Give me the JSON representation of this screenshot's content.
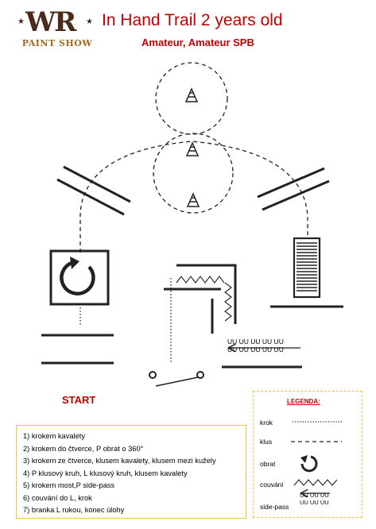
{
  "header": {
    "logo_text": "WR",
    "logo_subtitle": "PAINT SHOW",
    "title": "In Hand Trail 2 years old",
    "subtitle": "Amateur, Amateur SPB"
  },
  "start_label": "START",
  "diagram": {
    "backing_letters": "UU UU UU UU UU"
  },
  "steps": [
    "1) krokem kavalety",
    "2) krokem do čtverce, P obrat o 360°",
    "3) krokem ze čtverce, klusem kavalety,  klusem mezi kužely",
    "4) P klusový kruh, L klusový kruh, klusem kavalety",
    "5) krokem most,P side-pass",
    "6) couvání do L, krok",
    "7) branka L rukou, konec úlohy"
  ],
  "legend": {
    "title": "LEGENDA:",
    "items": [
      {
        "key": "krok",
        "symbol": "dotted-line"
      },
      {
        "key": "klus",
        "symbol": "dashed-line"
      },
      {
        "key": "obrat",
        "symbol": "turn-arrow-icon"
      },
      {
        "key": "couvání",
        "symbol": "zigzag"
      },
      {
        "key": "side-pass",
        "symbol": "side-pass-arrow",
        "letters": "UU UU UU"
      }
    ]
  },
  "colors": {
    "accent_red": "#c00000",
    "border_gold": "#f3c23e",
    "logo_brown": "#4a2b1b",
    "line": "#222222"
  }
}
